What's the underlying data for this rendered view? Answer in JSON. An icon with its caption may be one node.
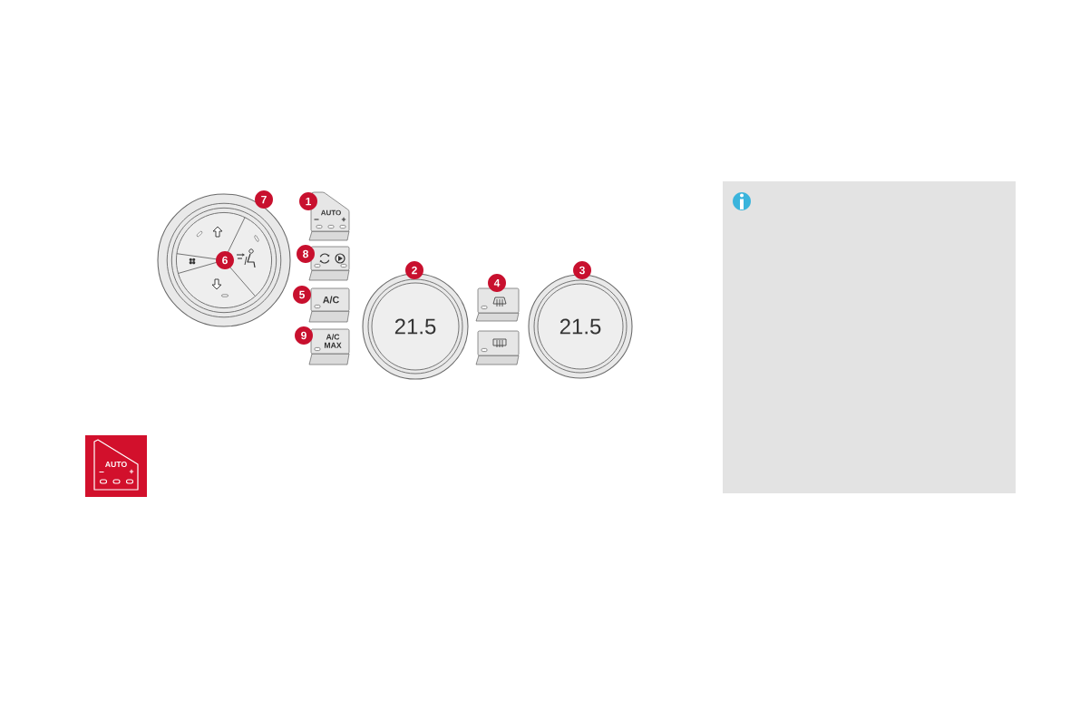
{
  "diagram": {
    "nodes": [
      {
        "text": [],
        "shape": "circle"
      },
      {
        "text": [
          "AUTO"
        ]
      },
      {
        "text": [],
        "shape": "box"
      },
      {
        "text": [
          "A/C"
        ]
      },
      {
        "text": [
          "A/C MAX"
        ]
      },
      {
        "text": [
          "21.5"
        ]
      },
      {
        "text": [],
        "shape": "box"
      },
      {
        "text": [],
        "shape": "box"
      },
      {
        "text": [
          "21.5"
        ]
      },
      {
        "text": [
          "AUTO"
        ]
      }
    ],
    "labels": [
      "7",
      "1",
      "6",
      "8",
      "2",
      "4",
      "3",
      "5",
      "9"
    ]
  }
}
